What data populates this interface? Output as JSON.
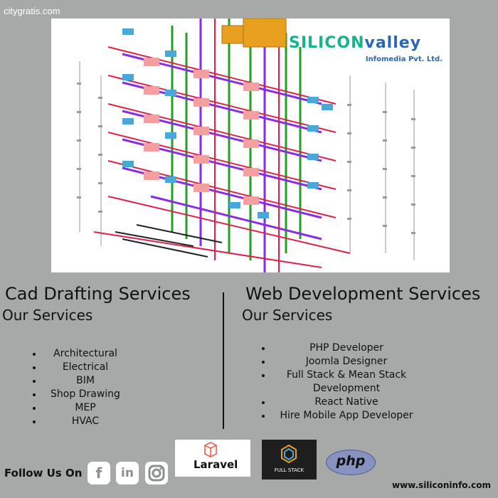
{
  "watermark": "citygratis.com",
  "logo": {
    "brand_part1": "SILICON",
    "brand_part2": "valley",
    "subtitle": "Infomedia Pvt. Ltd."
  },
  "cad": {
    "title": "Cad Drafting Services",
    "subtitle": "Our Services",
    "items": [
      "Architectural",
      "Electrical",
      "BIM",
      "Shop Drawing",
      "MEP",
      "HVAC"
    ]
  },
  "web": {
    "title": "Web Development Services",
    "subtitle": "Our Services",
    "items": [
      "PHP Developer",
      "Joomla Designer",
      "Full Stack & Mean Stack",
      "Development",
      "React Native",
      "Hire Mobile App Developer"
    ]
  },
  "footer": {
    "follow_label": "Follow Us On",
    "social_icons": [
      "facebook-icon",
      "linkedin-icon",
      "instagram-icon"
    ],
    "laravel_label": "Laravel",
    "fullstack_label": "FULL STACK",
    "php_label": "php",
    "website": "www.siliconinfo.com"
  },
  "colors": {
    "background": "#a7a9a8",
    "brand_green": "#17b38a",
    "brand_blue": "#2b67b6"
  }
}
